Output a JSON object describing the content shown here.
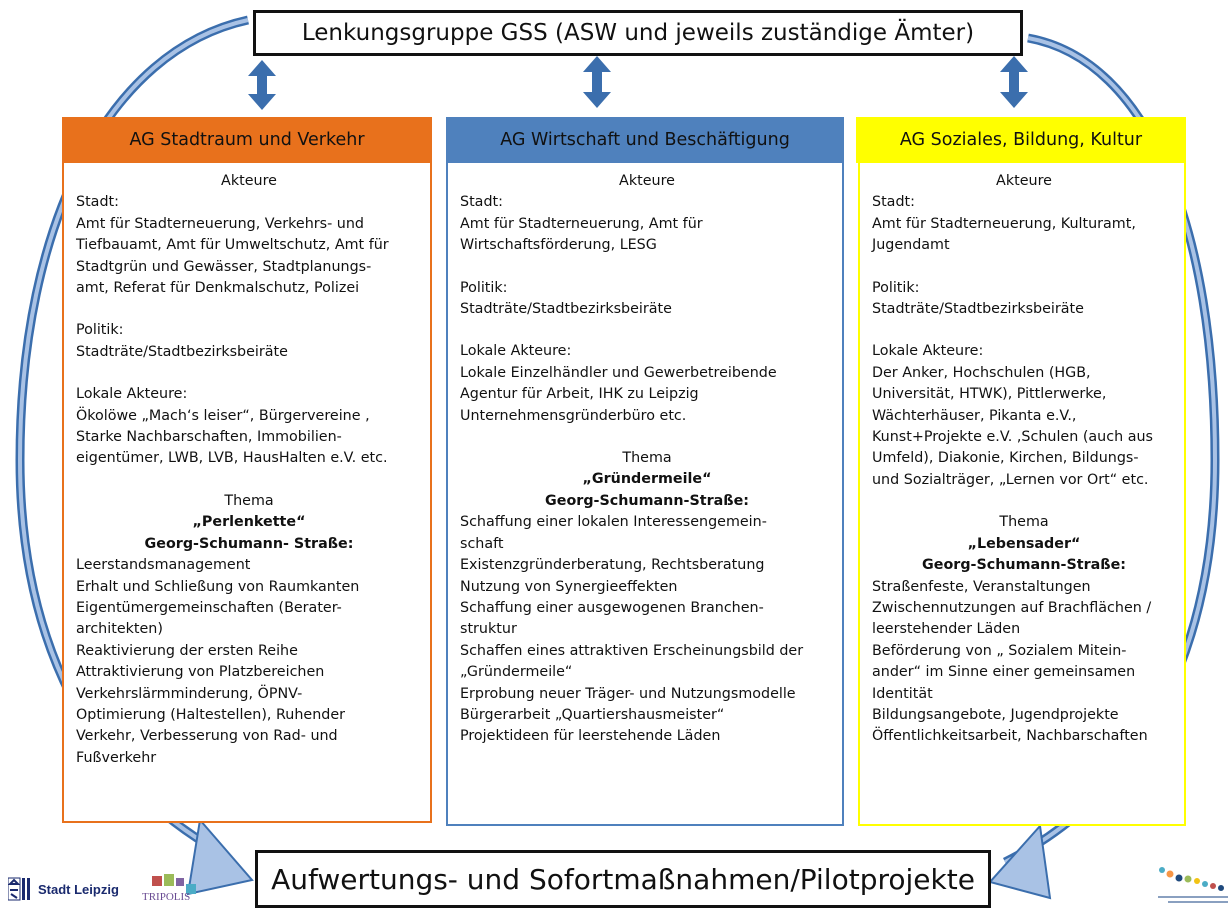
{
  "top_box": {
    "title": "Lenkungsgruppe GSS (ASW und jeweils zuständige Ämter)"
  },
  "bottom_box": {
    "title": "Aufwertungs- und Sofortmaßnahmen/Pilotprojekte"
  },
  "colors": {
    "orange": "#E8711C",
    "blue": "#4F81BD",
    "yellow": "#FFFF00",
    "arrow": "#3B6EAD",
    "arrow_light": "#A9C2E5"
  },
  "columns": [
    {
      "header": "AG Stadtraum und Verkehr",
      "header_color": "#E8711C",
      "lines": [
        {
          "t": "Akteure",
          "s": "c"
        },
        {
          "t": "Stadt:"
        },
        {
          "t": "Amt für Stadterneuerung, Verkehrs- und"
        },
        {
          "t": "Tiefbauamt, Amt für Umweltschutz, Amt für"
        },
        {
          "t": "Stadtgrün und Gewässer, Stadtplanungs-"
        },
        {
          "t": "amt, Referat für Denkmalschutz, Polizei"
        },
        {
          "t": "",
          "s": "gap"
        },
        {
          "t": "Politik:"
        },
        {
          "t": "Stadträte/Stadtbezirksbeiräte"
        },
        {
          "t": "",
          "s": "gap"
        },
        {
          "t": "Lokale Akteure:"
        },
        {
          "t": "Ökolöwe „Mach‘s leiser“, Bürgervereine ,"
        },
        {
          "t": "Starke Nachbarschaften, Immobilien-"
        },
        {
          "t": "eigentümer, LWB, LVB, HausHalten e.V. etc."
        },
        {
          "t": "",
          "s": "gap"
        },
        {
          "t": "Thema",
          "s": "c"
        },
        {
          "t": "„Perlenkette“",
          "s": "cb"
        },
        {
          "t": "Georg-Schumann- Straße:",
          "s": "cb"
        },
        {
          "t": "Leerstandsmanagement"
        },
        {
          "t": "Erhalt und Schließung von Raumkanten"
        },
        {
          "t": "Eigentümergemeinschaften (Berater-"
        },
        {
          "t": "architekten)"
        },
        {
          "t": "Reaktivierung der ersten Reihe"
        },
        {
          "t": "Attraktivierung von Platzbereichen"
        },
        {
          "t": "Verkehrslärmminderung, ÖPNV-"
        },
        {
          "t": "Optimierung (Haltestellen),  Ruhender"
        },
        {
          "t": "Verkehr, Verbesserung von Rad- und"
        },
        {
          "t": "Fußverkehr"
        }
      ]
    },
    {
      "header": "AG Wirtschaft und Beschäftigung",
      "header_color": "#4F81BD",
      "lines": [
        {
          "t": "Akteure",
          "s": "c"
        },
        {
          "t": "Stadt:"
        },
        {
          "t": "Amt für Stadterneuerung, Amt für"
        },
        {
          "t": "Wirtschaftsförderung, LESG"
        },
        {
          "t": "",
          "s": "gap"
        },
        {
          "t": "Politik:"
        },
        {
          "t": "Stadträte/Stadtbezirksbeiräte"
        },
        {
          "t": "",
          "s": "gap"
        },
        {
          "t": "Lokale Akteure:"
        },
        {
          "t": "Lokale Einzelhändler und Gewerbetreibende"
        },
        {
          "t": "Agentur für Arbeit, IHK zu Leipzig"
        },
        {
          "t": "Unternehmensgründerbüro etc."
        },
        {
          "t": "",
          "s": "gap"
        },
        {
          "t": "Thema",
          "s": "c"
        },
        {
          "t": "„Gründermeile“",
          "s": "cb"
        },
        {
          "t": "Georg-Schumann-Straße:",
          "s": "cb"
        },
        {
          "t": "Schaffung einer lokalen Interessengemein-"
        },
        {
          "t": "schaft"
        },
        {
          "t": "Existenzgründerberatung, Rechtsberatung"
        },
        {
          "t": "Nutzung von Synergieeffekten"
        },
        {
          "t": "Schaffung einer ausgewogenen Branchen-"
        },
        {
          "t": "struktur"
        },
        {
          "t": "Schaffen eines attraktiven Erscheinungsbild der"
        },
        {
          "t": "„Gründermeile“"
        },
        {
          "t": "Erprobung neuer Träger- und Nutzungsmodelle"
        },
        {
          "t": "Bürgerarbeit „Quartiershausmeister“"
        },
        {
          "t": "Projektideen für leerstehende  Läden"
        }
      ]
    },
    {
      "header": "AG Soziales, Bildung, Kultur",
      "header_color": "#FFFF00",
      "lines": [
        {
          "t": "Akteure",
          "s": "c"
        },
        {
          "t": "Stadt:"
        },
        {
          "t": "Amt für Stadterneuerung, Kulturamt,"
        },
        {
          "t": "Jugendamt"
        },
        {
          "t": "",
          "s": "gap"
        },
        {
          "t": "Politik:"
        },
        {
          "t": "Stadträte/Stadtbezirksbeiräte"
        },
        {
          "t": "",
          "s": "gap"
        },
        {
          "t": "Lokale Akteure:"
        },
        {
          "t": "Der Anker,  Hochschulen (HGB,"
        },
        {
          "t": "Universität, HTWK), Pittlerwerke,"
        },
        {
          "t": "Wächterhäuser, Pikanta e.V.,"
        },
        {
          "t": "Kunst+Projekte e.V. ,Schulen (auch aus"
        },
        {
          "t": "Umfeld), Diakonie, Kirchen, Bildungs-"
        },
        {
          "t": "und Sozialträger, „Lernen vor Ort“ etc."
        },
        {
          "t": "",
          "s": "gap"
        },
        {
          "t": "Thema",
          "s": "c"
        },
        {
          "t": "„Lebensader“",
          "s": "cb"
        },
        {
          "t": "Georg-Schumann-Straße:",
          "s": "cb"
        },
        {
          "t": "Straßenfeste, Veranstaltungen"
        },
        {
          "t": "Zwischennutzungen auf Brachflächen /"
        },
        {
          "t": "leerstehender Läden"
        },
        {
          "t": "Beförderung von „ Sozialem Miteinander“ im Sinne einer gemeinsamen",
          "split": [
            "Beförderung von „ Sozialem Mitein-",
            "ander“ im Sinne einer gemeinsamen"
          ]
        },
        {
          "t": "Identität"
        },
        {
          "t": "Bildungsangebote, Jugendprojekte"
        },
        {
          "t": "Öffentlichkeitsarbeit, Nachbarschaften"
        }
      ]
    }
  ],
  "logos": {
    "leipzig": "Stadt Leipzig",
    "tripolis": "TRIPOLIS"
  }
}
